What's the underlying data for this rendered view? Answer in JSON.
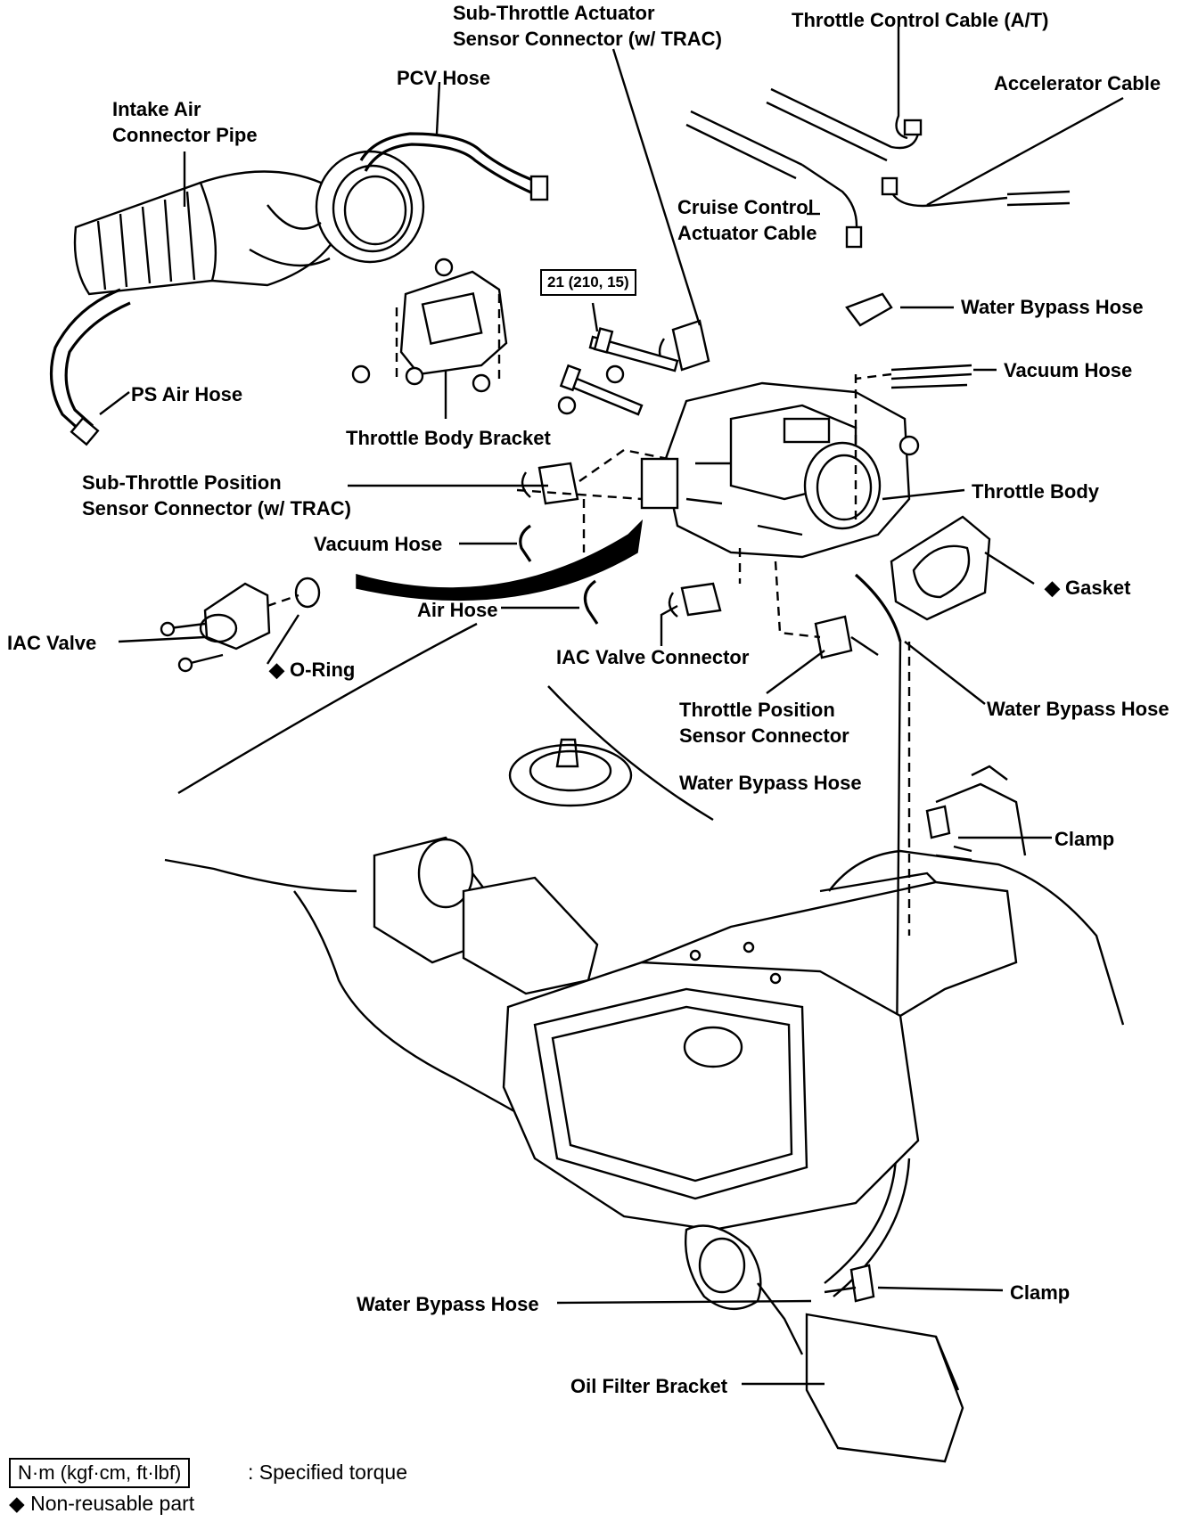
{
  "labels": {
    "sub_throttle_actuator_connector": [
      "Sub-Throttle Actuator",
      "Sensor Connector (w/ TRAC)"
    ],
    "throttle_control_cable": "Throttle Control Cable (A/T)",
    "accelerator_cable": "Accelerator Cable",
    "pcv_hose": "PCV Hose",
    "intake_air_connector_pipe": [
      "Intake Air",
      "Connector Pipe"
    ],
    "cruise_control_actuator_cable": [
      "Cruise Control",
      "Actuator Cable"
    ],
    "water_bypass_hose_top": "Water Bypass Hose",
    "vacuum_hose_right": "Vacuum Hose",
    "ps_air_hose": "PS Air Hose",
    "throttle_body_bracket": "Throttle Body Bracket",
    "sub_throttle_position_connector": [
      "Sub-Throttle Position",
      "Sensor Connector (w/ TRAC)"
    ],
    "throttle_body": "Throttle Body",
    "vacuum_hose_left": "Vacuum Hose",
    "gasket": "Gasket",
    "air_hose": "Air Hose",
    "iac_valve": "IAC Valve",
    "o_ring": "O-Ring",
    "iac_valve_connector": "IAC Valve Connector",
    "water_bypass_hose_right": "Water Bypass Hose",
    "throttle_position_connector": [
      "Throttle Position",
      "Sensor Connector"
    ],
    "water_bypass_hose_mid": "Water Bypass Hose",
    "clamp_upper": "Clamp",
    "water_bypass_hose_bottom": "Water Bypass Hose",
    "clamp_lower": "Clamp",
    "oil_filter_bracket": "Oil Filter Bracket"
  },
  "torque_spec": "21 (210, 15)",
  "non_reusable_marker": "◆",
  "legend": {
    "torque_units": "N·m (kgf·cm, ft·lbf)",
    "torque_meaning": ":  Specified torque",
    "non_reusable": "◆ Non-reusable part"
  }
}
